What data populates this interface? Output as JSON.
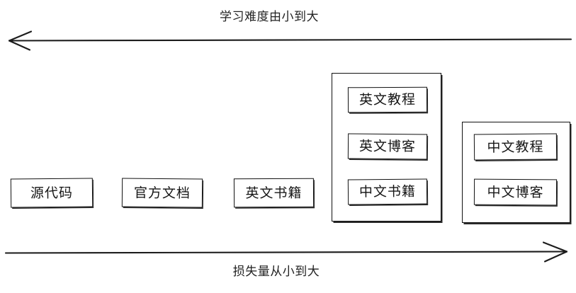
{
  "diagram": {
    "type": "spectrum-comparison",
    "axes": {
      "top": {
        "label": "学习难度由小到大",
        "direction": "left",
        "arrow_icon": "arrow-left-icon"
      },
      "bottom": {
        "label": "损失量从小到大",
        "direction": "right",
        "arrow_icon": "arrow-right-icon"
      }
    },
    "nodes": [
      {
        "id": "source-code",
        "label": "源代码"
      },
      {
        "id": "official-docs",
        "label": "官方文档"
      },
      {
        "id": "english-books",
        "label": "英文书籍"
      }
    ],
    "groups": [
      {
        "id": "english-group",
        "items": [
          {
            "id": "english-tutorial",
            "label": "英文教程"
          },
          {
            "id": "english-blog",
            "label": "英文博客"
          },
          {
            "id": "chinese-books",
            "label": "中文书籍"
          }
        ]
      },
      {
        "id": "chinese-group",
        "items": [
          {
            "id": "chinese-tutorial",
            "label": "中文教程"
          },
          {
            "id": "chinese-blog",
            "label": "中文博客"
          }
        ]
      }
    ],
    "colors": {
      "stroke": "#111111",
      "text": "#161616",
      "background": "#ffffff"
    }
  }
}
